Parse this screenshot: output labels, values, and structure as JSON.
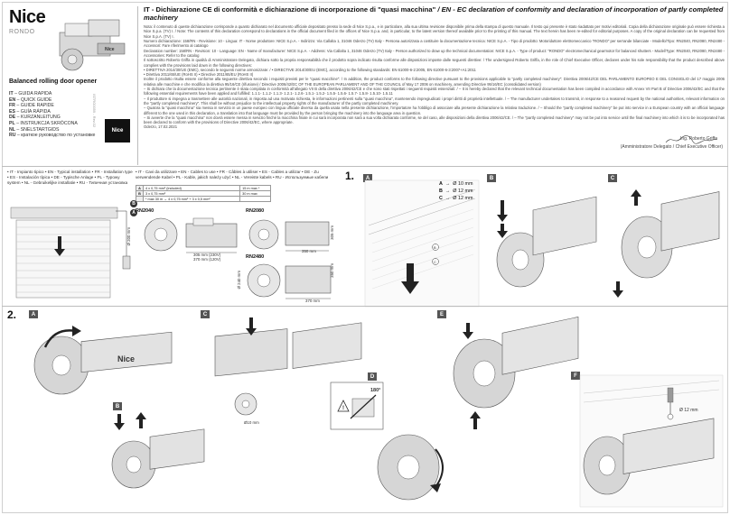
{
  "brand": {
    "logo": "Nice",
    "model": "RONDO",
    "subtitle": "Balanced rolling door opener",
    "badge": "Nice",
    "doc_code": "ISTRG0059 - Rev.02"
  },
  "languages": [
    {
      "code": "IT",
      "text": "– GUIDA RAPIDA"
    },
    {
      "code": "EN",
      "text": "– QUICK GUIDE"
    },
    {
      "code": "FR",
      "text": "– GUIDE RAPIDE"
    },
    {
      "code": "ES",
      "text": "– GUÍA RÁPIDA"
    },
    {
      "code": "DE",
      "text": "– KURZANLEITUNG"
    },
    {
      "code": "PL",
      "text": "– INSTRUKCJA SKRÓCONA"
    },
    {
      "code": "NL",
      "text": "– SNELSTARTGIDS"
    },
    {
      "code": "RU",
      "text": "– краткое руководство по установке"
    }
  ],
  "declaration": {
    "title_it": "IT - Dichiarazione CE di conformità e dichiarazione di incorporazione di \"quasi macchina\"",
    "title_en": " / EN - EC declaration of conformity and declaration of incorporation of partly completed machinery",
    "paragraphs": [
      "Nota: il contenuto di queste dichiarazione corrisponde a quanto dichiarato nel documento ufficiale depositato presso la sede di Nice S.p.a., e in particolare, alla sua ultima revisione disponibile prima della stampa di questo manuale. Il testo qui presente è stato riadattato per motivi editoriali. Copia della dichiarazione originale può essere richiesta a Nice S.p.a. (TV) I. / Note: The contents of this declaration correspond to declarations in the official document filed in the offices of Nice S.p.a. and, in particular, to the latest version thereof available prior to the printing of this manual. The text herein has been re-edited for editorial purposes. A copy of the original declaration can be requested from Nice S.p.A. (TV) I.",
      "Numero dichiarazione: 158/RN - Revisione: 10 - Lingua: IT - Nome produttore: NICE S.p.A. - Indirizzo: Via Callalta 1, 31046 Oderzo (TV) Italy - Persona autorizzata a costituire la documentazione tecnica: NICE S.p.A. - Tipo di prodotto: Motoriduttore elettromeccanico \"RONDO\" per serrande bilanciate - Modello/Tipo: RN2040, RN2080, RN2480 - Accessori: Fare riferimento al catalogo",
      "Declaration number: 158/RN - Revision: 10 - Language: EN - Name of manufacturer: NICE S.p.A. - Address: Via Callalta 1, 31046 Oderzo (TV) Italy - Person authorized to draw up the technical documentation: NICE S.p.A. - Type of product: \"RONDO\" electromechanical gearmotor for balanced shutters - Model/Type: RN2040, RN2080, RN2480 - Accessories: Refer to the catalog",
      "Il sottoscritto Roberto Griffa in qualità di Amministratore Delegato, dichiara sotto la propria responsabilità che il prodotto sopra indicato risulta conforme alle disposizioni imposte dalle seguenti direttive: / The undersigned Roberto Griffa, in the role of Chief Executive Officer, declares under his sole responsibility that the product described above complies with the provisions laid down in the following directives:",
      "• DIRETTIVA 2014/30/UE (EMC), secondo le seguenti norme armonizzate: / • DIRECTIVE 2014/30/EU (EMC), according to the following standards: EN 61000-6-2:2005, EN 61000-6-3:2007+A1:2011",
      "• Direttiva 2011/65/UE (RoHS II) • Directive 2011/65/EU (RoHS II)",
      "Inoltre il prodotto risulta essere conforme alla seguente direttiva secondo i requisiti previsti per le \"quasi macchine\": / In addition, the product conforms to the following directive pursuant to the provisions applicable to \"partly completed machinery\": Direttiva 2006/42/CE DEL PARLAMENTO EUROPEO E DEL CONSIGLIO del 17 maggio 2006 relativa alle macchine e che modifica la direttiva 95/16/CE (rifusione) / Directive 2006/42/EC OF THE EUROPEAN PARLIAMENT AND OF THE COUNCIL of May 17 2006 on machinery, amending Directive 95/16/EC (consolidated version)",
      "– Si dichiara che la documentazione tecnica pertinente è stata compilata in conformità all'allegato VII B della direttiva 2006/42/CE e che sono stati rispettati i seguenti requisiti essenziali: / – It is hereby declared that the relevant technical documentation has been compiled in accordance with Annex VII Part B of Directive 2006/42/EC and that the following essential requirements have been applied and fulfilled: 1.1.1- 1.1.2- 1.1.3- 1.2.1- 1.2.6- 1.5.1- 1.5.2- 1.5.5- 1.5.6- 1.5.7- 1.5.8- 1.5.10- 1.5.11",
      "– Il produttore si impegna a trasmettere alle autorità nazionali, in risposta ad una motivata richiesta, le informazioni pertinenti sulla \"quasi macchina\", mantenendo impregiudicati i propri diritti di proprietà intellettuale. / – The manufacturer undertakes to transmit, in response to a reasoned request by the national authorities, relevant information on the \"partly completed machinery\". This shall be without prejudice to the intellectual property rights of the manufacturer of the partly completed machinery.",
      "– Qualora la \"quasi macchina\" sia messa in servizio in un paese europeo con lingua ufficiale diversa da quella usata nella presente dichiarazione, l'importatore ha l'obbligo di associare alla presente dichiarazione la relativa traduzione. / – Should the \"partly completed machinery\" be put into service in a European country with an official language different to the one used in this declaration, a translation into that language must be provided by the person bringing the machinery into the language area in question.",
      "– Si avverte che la \"quasi macchina\" non dovrà essere messa in servizio finché la macchina finale in cui sarà incorporata non sarà a sua volta dichiarata conforme, se del caso, alle disposizioni della direttiva 2006/42/CE. / – The \"partly completed machinery\" may not be put into service until the final machinery into which it is to be incorporated has been declared to conform with the provisions of Directive 2006/42/EC, where appropriate.",
      "Oderzo, 17.02.2021"
    ],
    "signer_name": "Ing. Roberto Griffa",
    "signer_role": "(Amministratore Delegato / Chief Executive Officer)"
  },
  "typical_install": {
    "text": "• IT - Impianto tipico • EN - Typical installation • FR - Installation type • ES - Instalación típica • DE - Typische Anlage • PL - Typowy system • NL - Gebruikelijke installatie • RU - Типичная установка",
    "cable_text": "• IT - Cavi da utilizzare • EN - Cables to use • FR - Câbles à utiliser • ES - Cables a utilizar • DE - Zu verwendende Kabel • PL - Kable, jakich należy użyć • NL - Vereiste kabels • RU - Используемые кабели",
    "cables": [
      {
        "key": "A",
        "spec": "4 x 0,75 mm² (included)",
        "len": "15 m max *"
      },
      {
        "key": "B",
        "spec": "3 x 0,75 mm²",
        "len": "30 m max"
      },
      {
        "key": "",
        "spec": "* max 30 m → 4 x 0,75 mm² + 3 x 0,5 mm²",
        "len": ""
      }
    ],
    "models": [
      "RN2040",
      "RN2080",
      "RN2480"
    ],
    "dims": {
      "d200": "Ø 200 mm",
      "d240": "Ø 240 mm",
      "w305_230": "305 mm (230V)",
      "w370_120": "370 mm (120V)",
      "w350": "350 mm",
      "w370": "370 mm",
      "h350": "350 mm",
      "h305": "305 mm"
    }
  },
  "step1": {
    "num": "1.",
    "panels": [
      "A",
      "B",
      "C"
    ],
    "dims": [
      {
        "k": "A",
        "v": "Ø 10 mm"
      },
      {
        "k": "B",
        "v": "Ø 12 mm"
      },
      {
        "k": "C",
        "v": "Ø 12 mm"
      }
    ]
  },
  "step2": {
    "num": "2.",
    "panels": [
      "A",
      "B",
      "C",
      "D",
      "E",
      "F"
    ],
    "drill_c": "Ø10 mm",
    "angle_d": "180°",
    "drill_f": "Ø 12 mm"
  },
  "colors": {
    "accent": "#111111",
    "tag": "#555555",
    "line": "#bdbdbd",
    "arrow": "#1a1a1a"
  }
}
